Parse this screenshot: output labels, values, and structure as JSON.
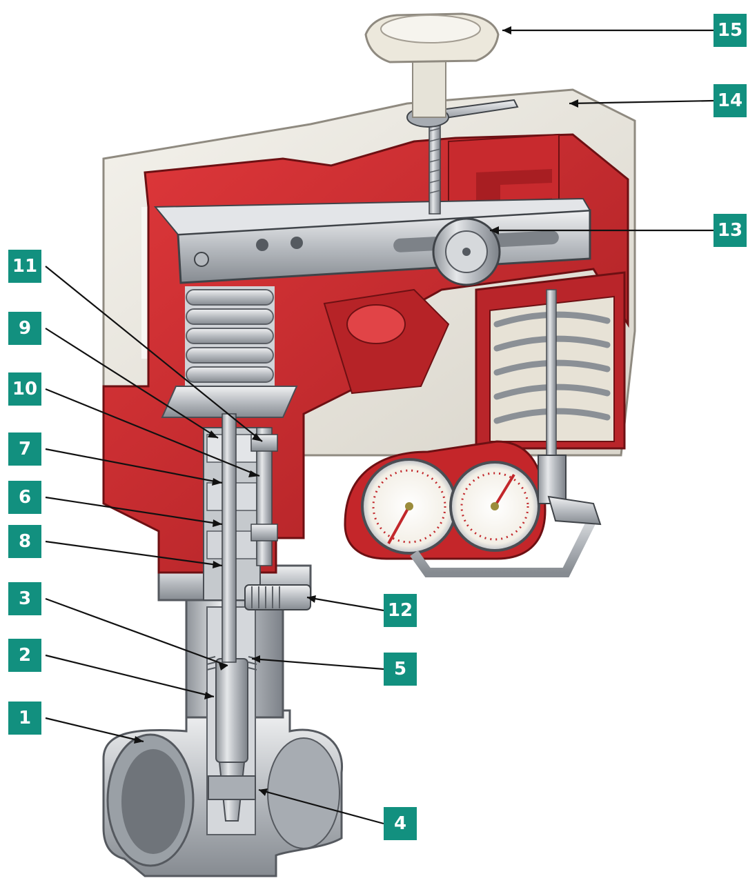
{
  "colors": {
    "callout_bg": "#12907f",
    "housing_cover": "#eeebe3",
    "housing_red": "#cc2a2e",
    "metal": "#c9ccd0",
    "leader": "#111111"
  },
  "callouts": [
    {
      "id": "c1",
      "label": "1"
    },
    {
      "id": "c2",
      "label": "2"
    },
    {
      "id": "c3",
      "label": "3"
    },
    {
      "id": "c4",
      "label": "4"
    },
    {
      "id": "c5",
      "label": "5"
    },
    {
      "id": "c6",
      "label": "6"
    },
    {
      "id": "c7",
      "label": "7"
    },
    {
      "id": "c8",
      "label": "8"
    },
    {
      "id": "c9",
      "label": "9"
    },
    {
      "id": "c10",
      "label": "10"
    },
    {
      "id": "c11",
      "label": "11"
    },
    {
      "id": "c12",
      "label": "12"
    },
    {
      "id": "c13",
      "label": "13"
    },
    {
      "id": "c14",
      "label": "14"
    },
    {
      "id": "c15",
      "label": "15"
    }
  ]
}
